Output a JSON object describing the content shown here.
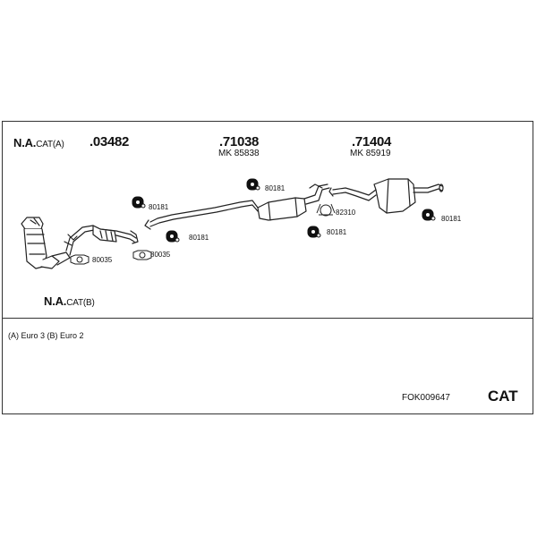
{
  "header": {
    "label_a_prefix": "N.A.",
    "label_a_suffix": "CAT(A)",
    "code_front": ".03482",
    "code_middle": ".71038",
    "mk_middle": "MK  85838",
    "code_rear": ".71404",
    "mk_rear": "MK  85919"
  },
  "parts": {
    "hanger_1": "80181",
    "hanger_2": "80181",
    "hanger_3": "80181",
    "hanger_4": "80181",
    "hanger_5": "80181",
    "gasket_1": "80035",
    "gasket_2": "80035",
    "clamp": "82310"
  },
  "label_b_prefix": "N.A.",
  "label_b_suffix": "CAT(B)",
  "note": "(A) Euro 3 (B) Euro 2",
  "reference": "FOK009647",
  "category": "CAT"
}
